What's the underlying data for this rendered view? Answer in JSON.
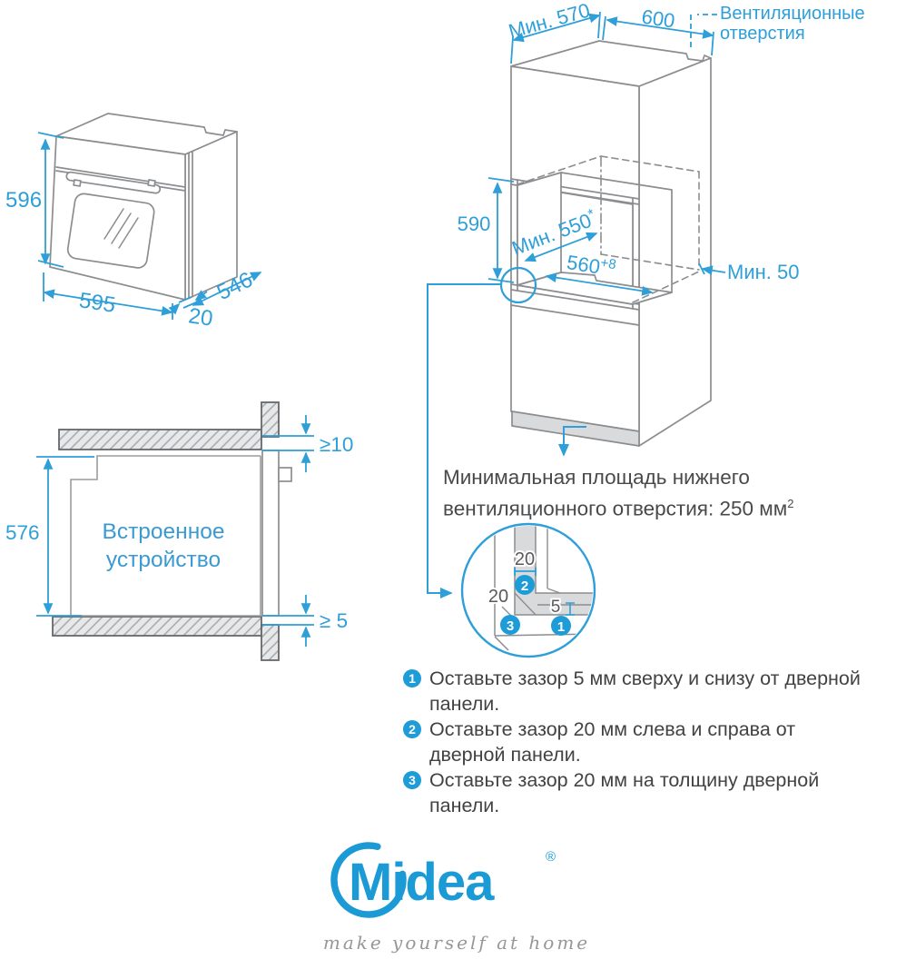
{
  "colors": {
    "accent_blue": "#2e9fd8",
    "marker_blue": "#1e9cd8",
    "brand_blue": "#1b9ad6",
    "line_grey": "#8b8d90",
    "fill_grey": "#d9dadb",
    "text_dark": "#48494b"
  },
  "oven": {
    "dim_height": "596",
    "dim_width": "595",
    "dim_depth": "546",
    "dim_door": "20"
  },
  "cabinet": {
    "dim_depth_top": "Мин. 570",
    "dim_width_top": "600",
    "vent_label": "Вентиляционные отверстия",
    "dim_niche_height": "590",
    "dim_niche_depth": "Мин. 550",
    "dim_niche_depth_sup": "*",
    "dim_niche_width": "560",
    "dim_niche_width_sup": "+8",
    "dim_rear_gap": "Мин. 50"
  },
  "section": {
    "device_label": "Встроенное устройство",
    "dim_height": "576",
    "dim_top_gap": "≥10",
    "dim_bottom_gap": "≥ 5"
  },
  "vent_note": {
    "line1": "Минимальная площадь нижнего",
    "line2": "вентиляционного отверстия: 250 мм",
    "sup": "2"
  },
  "detail": {
    "dim_thickness": "20",
    "dim_side_gap": "20",
    "dim_bottom_gap": "5",
    "marker1": "1",
    "marker2": "2",
    "marker3": "3"
  },
  "notes": [
    {
      "num": "1",
      "text": "Оставьте зазор 5 мм сверху и снизу от дверной\nпанели."
    },
    {
      "num": "2",
      "text": "Оставьте зазор 20 мм слева и справа от\nдверной панели."
    },
    {
      "num": "3",
      "text": "Оставьте зазор 20 мм на толщину дверной\nпанели."
    }
  ],
  "brand": {
    "name": "Midea",
    "reg": "®",
    "tagline": "make yourself at home"
  }
}
